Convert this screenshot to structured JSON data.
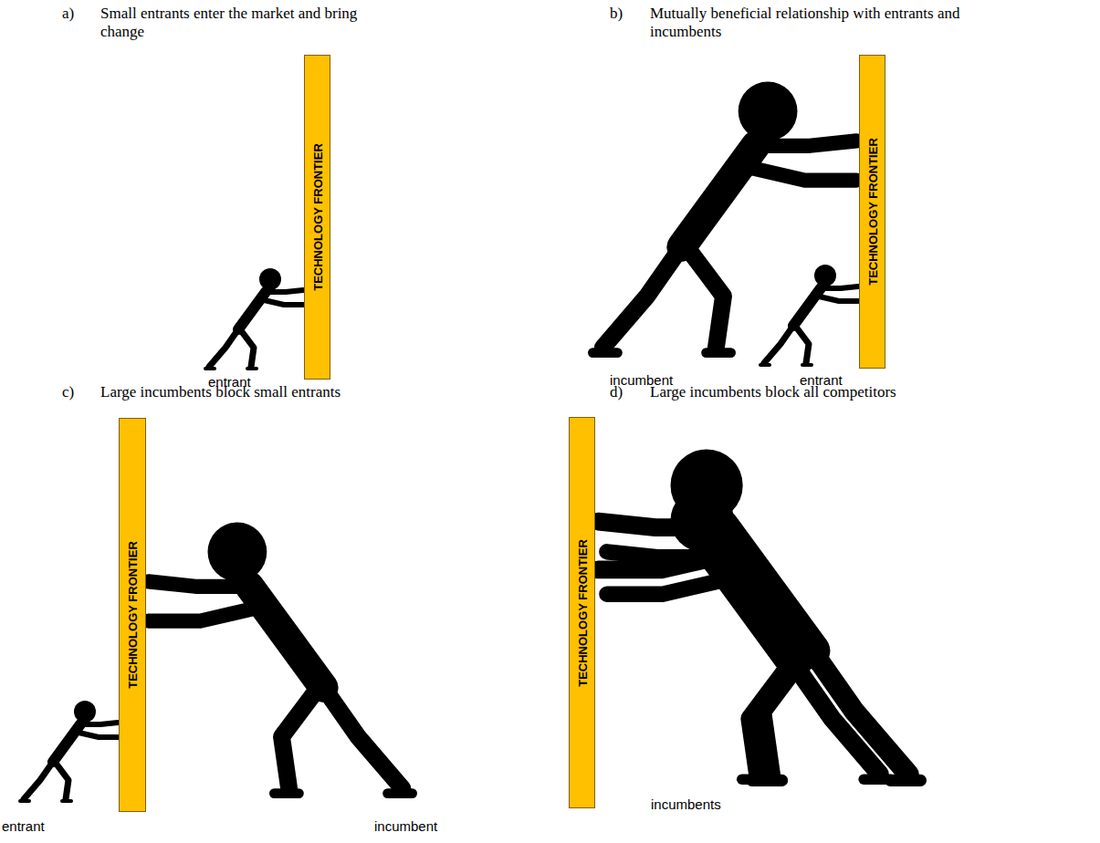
{
  "diagram": {
    "nodes": [
      {
        "text": [
          "TECHNOLOGY FRONTIER"
        ]
      },
      {
        "text": [
          "TECHNOLOGY FRONTIER"
        ]
      },
      {
        "text": [
          "TECHNOLOGY FRONTIER"
        ]
      },
      {
        "text": [
          "TECHNOLOGY FRONTIER"
        ]
      }
    ],
    "labels": [
      "a)",
      "Small entrants enter the market and bring change",
      "entrant",
      "b)",
      "Mutually beneficial relationship with entrants and incumbents",
      "incumbent",
      "entrant",
      "c)",
      "Large incumbents block small entrants",
      "entrant",
      "incumbent",
      "d)",
      "Large incumbents block all competitors",
      "incumbents"
    ]
  }
}
